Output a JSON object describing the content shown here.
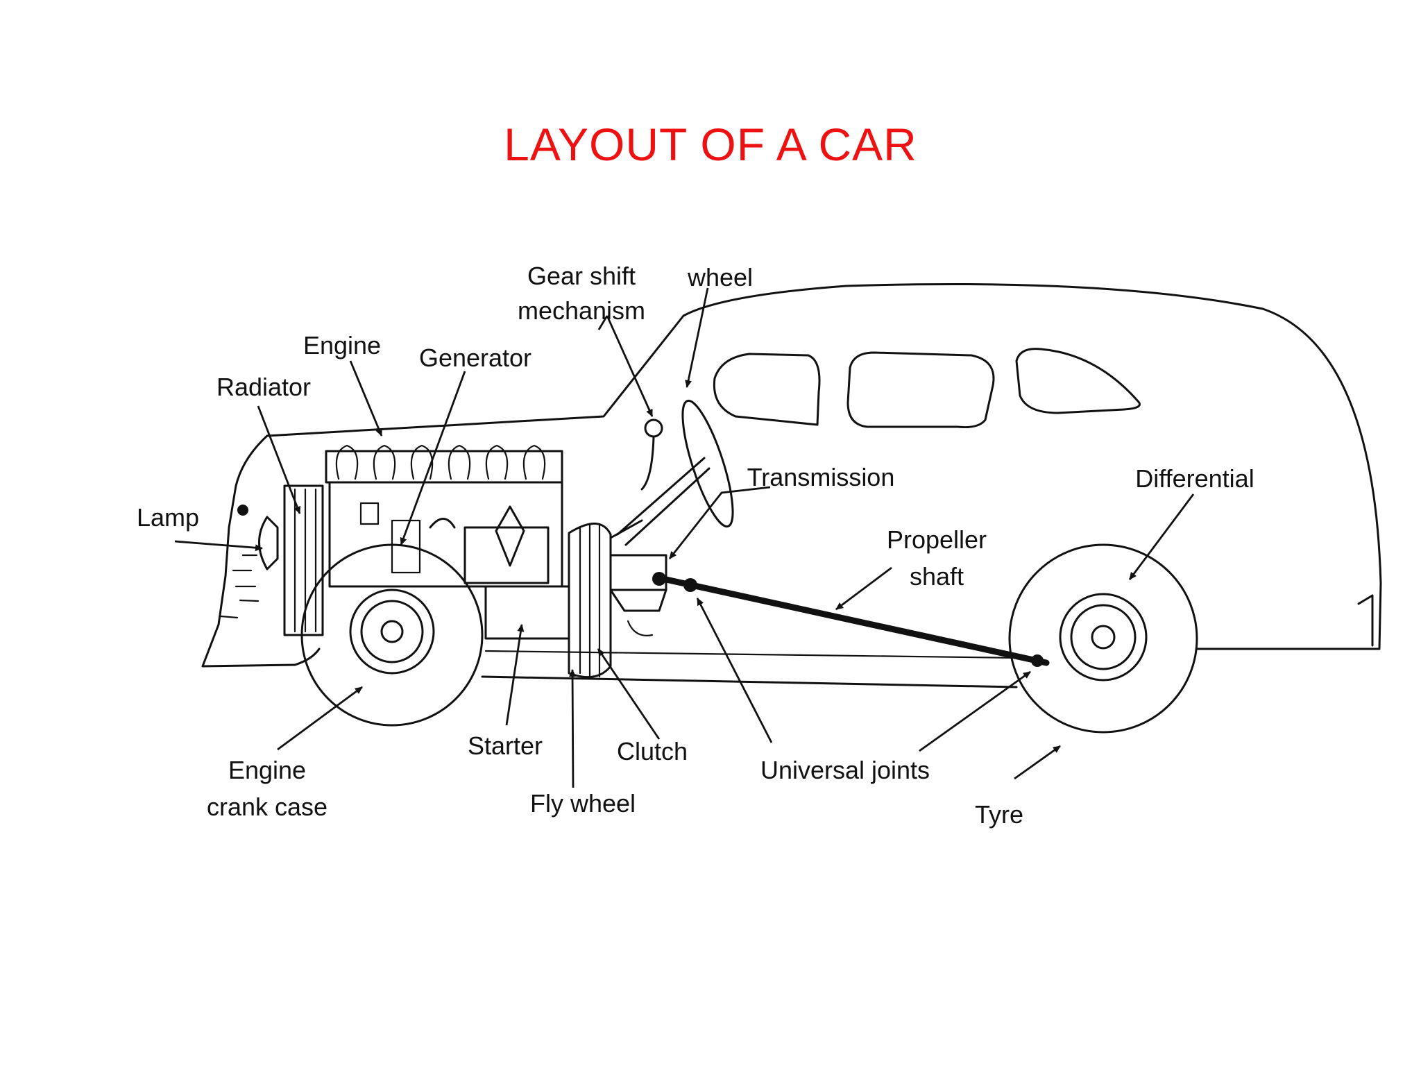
{
  "title": "LAYOUT OF A CAR",
  "colors": {
    "title": "#ee1111",
    "ink": "#111111",
    "background": "#ffffff"
  },
  "labels": {
    "gear_shift": [
      "Gear shift",
      "mechanism"
    ],
    "wheel": "wheel",
    "engine": "Engine",
    "generator": "Generator",
    "radiator": "Radiator",
    "lamp": "Lamp",
    "transmission": "Transmission",
    "differential": "Differential",
    "propeller": [
      "Propeller",
      "shaft"
    ],
    "engine_crank_case": [
      "Engine",
      "crank case"
    ],
    "starter": "Starter",
    "clutch": "Clutch",
    "universal_joints": "Universal joints",
    "fly_wheel": "Fly wheel",
    "tyre": "Tyre"
  }
}
